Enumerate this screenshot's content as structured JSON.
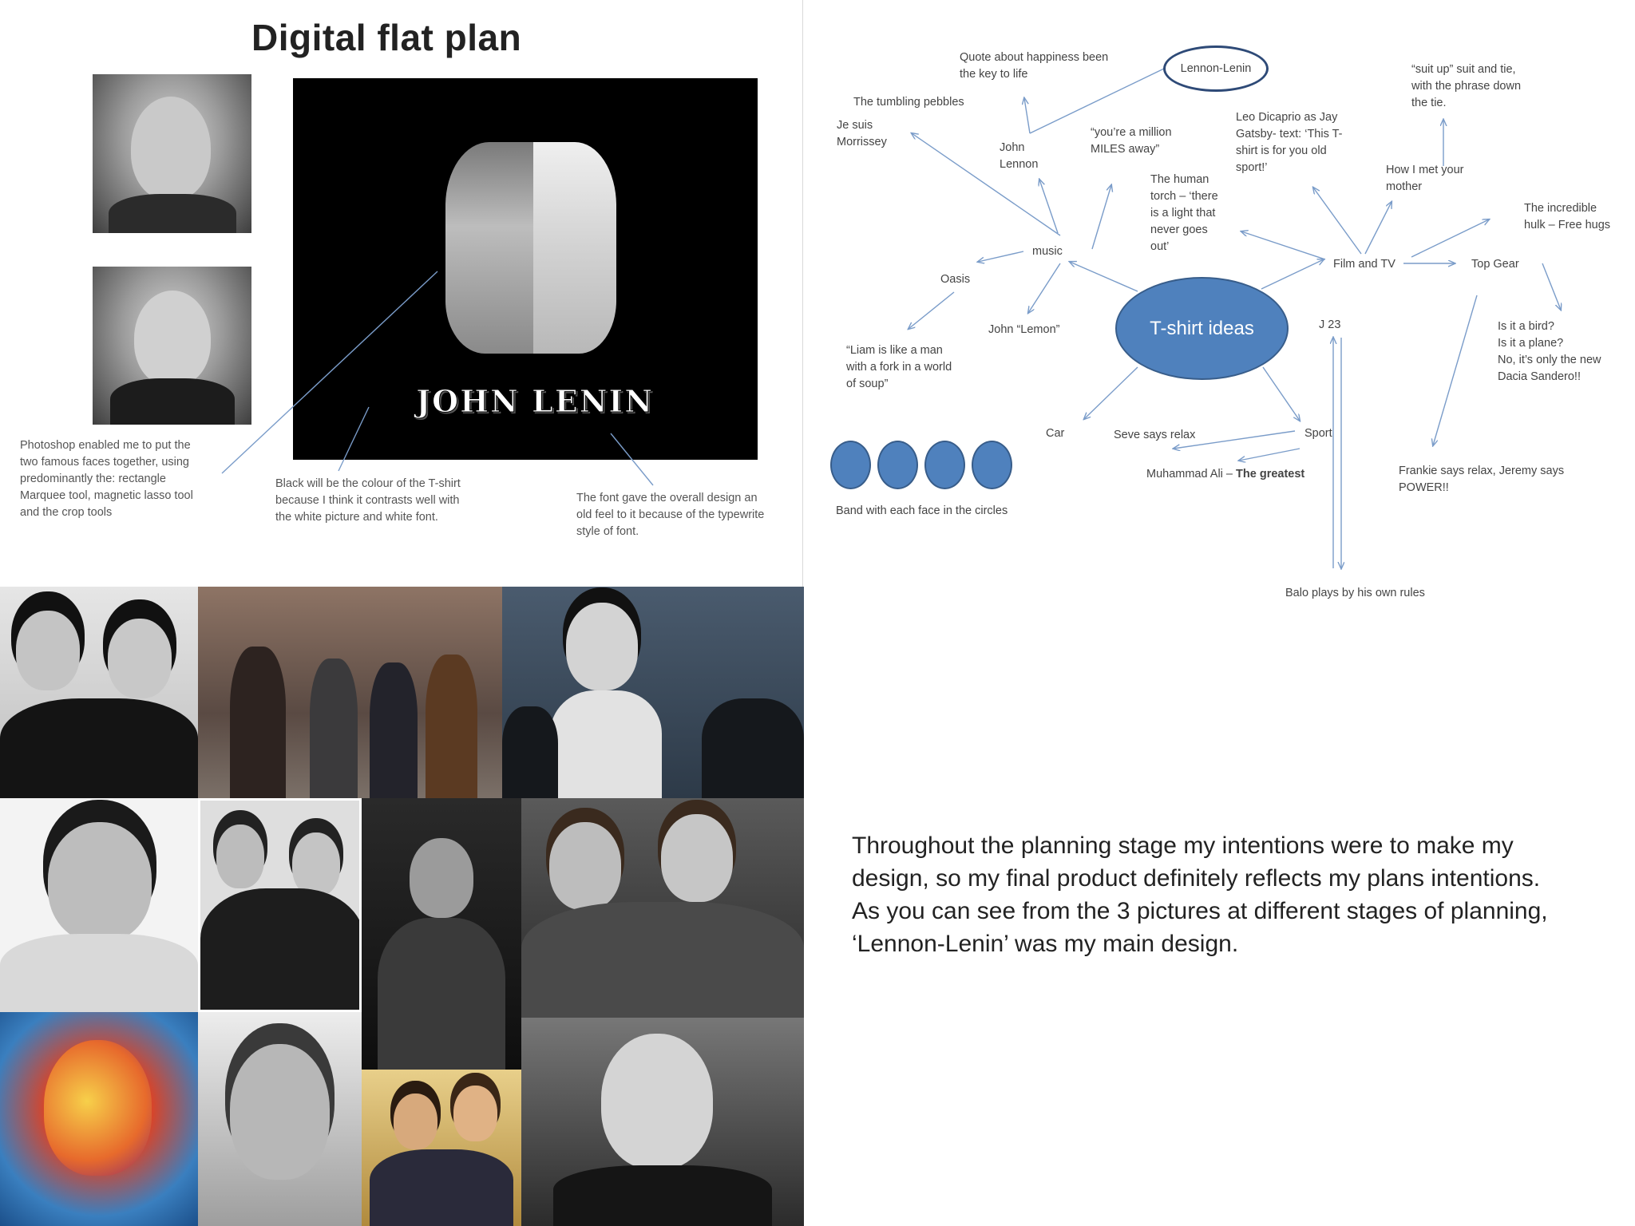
{
  "flat_plan": {
    "title": "Digital flat plan",
    "tshirt_text": "JOHN LENIN",
    "note_photoshop": [
      "Photoshop enabled me to put the",
      "two famous faces together, using",
      "predominantly the: rectangle",
      "Marquee tool, magnetic lasso tool",
      "and the crop tools"
    ],
    "note_black": [
      "Black will be the colour of the T-shirt",
      "because I think it contrasts well with",
      "the white picture and white font."
    ],
    "note_font": [
      "The font gave the overall design an",
      "old feel to it because of the typewrite",
      "style of font."
    ]
  },
  "mindmap": {
    "center": "T-shirt ideas",
    "lennon_lenin": "Lennon-Lenin",
    "quote_happiness": [
      "Quote about happiness been",
      "the key to life"
    ],
    "tumbling": "The tumbling pebbles",
    "je_suis": [
      "Je suis",
      "Morrissey"
    ],
    "john_lennon": [
      "John",
      "Lennon"
    ],
    "million_miles": [
      "“you’re a million",
      "MILES away”"
    ],
    "human_torch": [
      "The human",
      "torch – ‘there",
      "is a light that",
      "never goes",
      "out’"
    ],
    "dicaprio": [
      "Leo Dicaprio as Jay",
      "Gatsby- text: ‘This T-",
      "shirt is for you old",
      "sport!’"
    ],
    "suit_up": [
      "“suit up” suit and tie,",
      "with the phrase down",
      "the tie."
    ],
    "how_i_met": [
      "How I met your",
      "mother"
    ],
    "hulk": [
      "The incredible",
      "hulk – Free hugs"
    ],
    "music": "music",
    "film_tv": "Film and TV",
    "top_gear": "Top Gear",
    "oasis": "Oasis",
    "john_lemon": "John “Lemon”",
    "j23": "J 23",
    "bird_plane": [
      "Is it a bird?",
      "Is it a plane?",
      "No, it’s only the new",
      "Dacia Sandero!!"
    ],
    "liam": [
      "“Liam is like a man",
      "with a fork in a world",
      "of soup”"
    ],
    "car": "Car",
    "seve": "Seve says relax",
    "sport": "Sport",
    "ali_prefix": "Muhammad Ali –",
    "ali_bold": "The greatest",
    "frankie": [
      "Frankie says relax, Jeremy says",
      "POWER!!"
    ],
    "band_circles": "Band with each face in the circles",
    "balo": "Balo plays by his own rules",
    "accent_color": "#4f81bd"
  },
  "conclusion": [
    "Throughout the planning stage my intentions were to make my",
    "design, so my final product definitely reflects my plans intentions.",
    "As you can see from the 3 pictures at different stages of planning,",
    "‘Lennon-Lenin’ was my main design."
  ]
}
